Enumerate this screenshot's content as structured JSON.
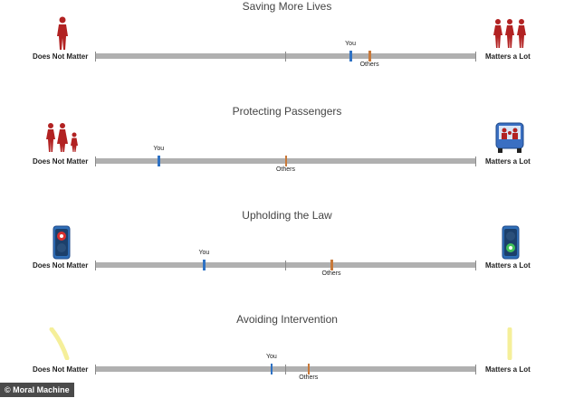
{
  "end_labels": {
    "left": "Does Not Matter",
    "right": "Matters a Lot"
  },
  "marker_labels": {
    "you": "You",
    "others": "Others"
  },
  "colors": {
    "you": "#2f72c4",
    "others": "#c8793a",
    "bar": "#b0b0b0",
    "figure": "#b22222"
  },
  "sections": [
    {
      "title": "Saving More Lives",
      "you": 0.67,
      "others": 0.72,
      "left_icon": "single-person-icon",
      "right_icon": "group-of-people-icon"
    },
    {
      "title": "Protecting Passengers",
      "you": 0.167,
      "others": 0.5,
      "left_icon": "pedestrian-family-icon",
      "right_icon": "passengers-in-car-icon"
    },
    {
      "title": "Upholding the Law",
      "you": 0.286,
      "others": 0.62,
      "left_icon": "red-traffic-light-icon",
      "right_icon": "green-traffic-light-icon"
    },
    {
      "title": "Avoiding Intervention",
      "you": 0.463,
      "others": 0.56,
      "left_icon": "swerve-path-icon",
      "right_icon": "straight-path-icon"
    }
  ],
  "footer": "© Moral Machine"
}
